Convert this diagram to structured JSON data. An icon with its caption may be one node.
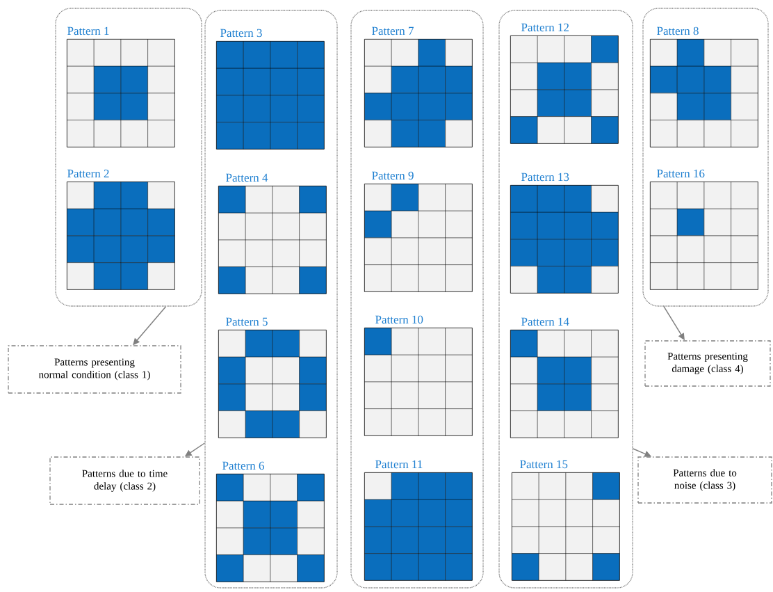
{
  "diagram": {
    "nodes": [
      {
        "text": [],
        "shape": "box"
      },
      {
        "text": [
          "Pattern 1"
        ],
        "in": 0
      },
      {
        "text": [
          "Pattern 2"
        ],
        "in": 0
      },
      {
        "text": [],
        "shape": "box"
      },
      {
        "text": [
          "Pattern 3"
        ],
        "in": 3
      },
      {
        "text": [
          "Pattern 4"
        ],
        "in": 3
      },
      {
        "text": [
          "Pattern 5"
        ],
        "in": 3
      },
      {
        "text": [
          "Pattern 6"
        ],
        "in": 3
      },
      {
        "text": [],
        "shape": "box"
      },
      {
        "text": [
          "Pattern 7"
        ],
        "in": 8
      },
      {
        "text": [
          "Pattern 9"
        ],
        "in": 8
      },
      {
        "text": [
          "Pattern 10"
        ],
        "in": 8
      },
      {
        "text": [
          "Pattern 11"
        ],
        "in": 8
      },
      {
        "text": [],
        "shape": "box"
      },
      {
        "text": [
          "Pattern 12"
        ],
        "in": 13
      },
      {
        "text": [
          "Pattern 13"
        ],
        "in": 13
      },
      {
        "text": [
          "Pattern 14"
        ],
        "in": 13
      },
      {
        "text": [
          "Pattern 15"
        ],
        "in": 13
      },
      {
        "text": [],
        "shape": "box"
      },
      {
        "text": [
          "Pattern 8"
        ],
        "in": 18
      },
      {
        "text": [
          "Pattern 16"
        ],
        "in": 18
      },
      {
        "text": [
          "Patterns presenting normal condition (class 1)"
        ]
      },
      {
        "text": [
          "Patterns presenting damage (class 4)"
        ]
      },
      {
        "text": [
          "Patterns due to time delay (class 2)"
        ]
      },
      {
        "text": [
          "Patterns due to noise (class 3)"
        ]
      }
    ],
    "edges": [
      {
        "from": 0,
        "to": 21,
        "arrow": "to"
      },
      {
        "from": 18,
        "to": 22,
        "arrow": "to"
      },
      {
        "from": 3,
        "to": 23,
        "arrow": "to"
      },
      {
        "from": 13,
        "to": 24,
        "arrow": "to"
      }
    ]
  }
}
